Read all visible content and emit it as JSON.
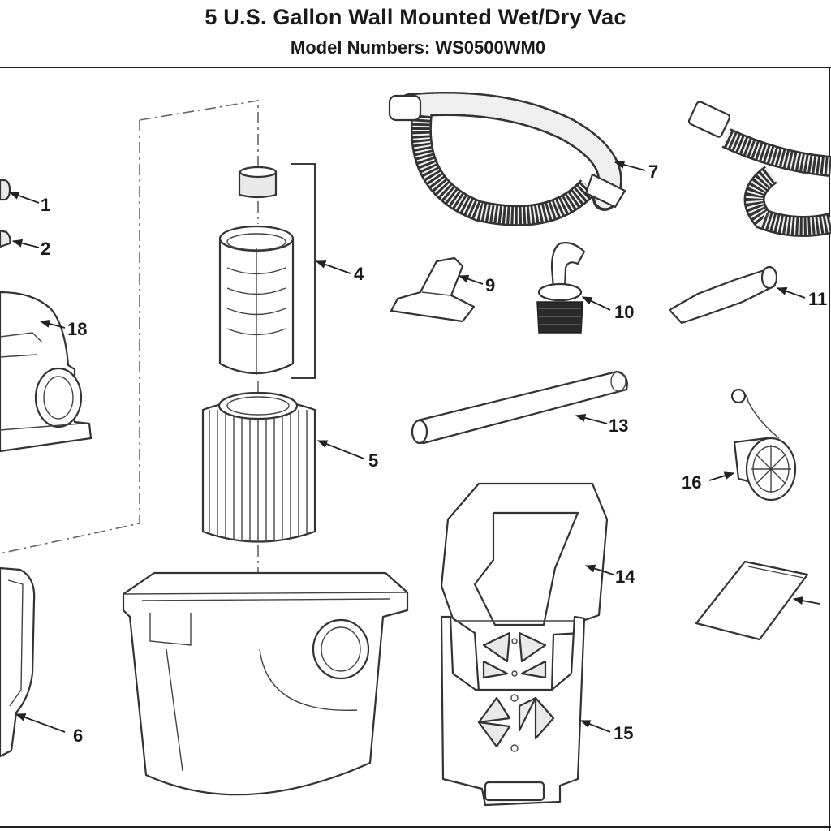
{
  "header": {
    "title": "5 U.S. Gallon Wall Mounted Wet/Dry Vac",
    "subtitle": "Model Numbers:  WS0500WM0"
  },
  "callouts": [
    "1",
    "2",
    "4",
    "5",
    "6",
    "7",
    "9",
    "10",
    "11",
    "13",
    "14",
    "15",
    "16",
    "18"
  ],
  "colors": {
    "line": "#333333",
    "background": "#ffffff"
  }
}
